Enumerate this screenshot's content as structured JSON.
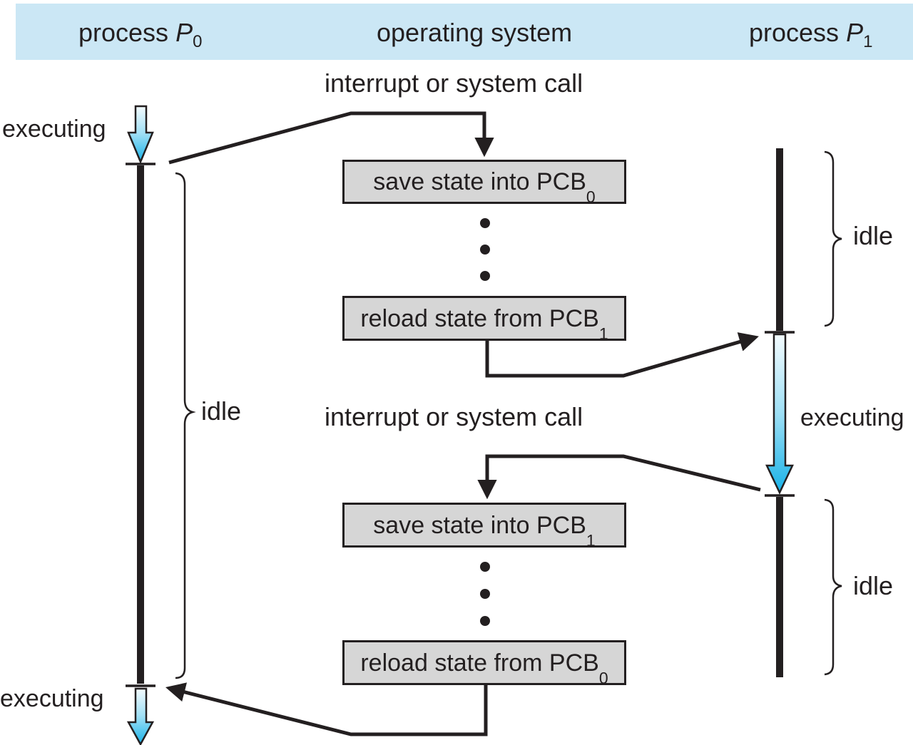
{
  "header": {
    "process_p0": {
      "prefix": "process ",
      "symbol": "P",
      "sub": "0"
    },
    "operating_system": "operating system",
    "process_p1": {
      "prefix": "process ",
      "symbol": "P",
      "sub": "1"
    }
  },
  "annotations": {
    "interrupt_top": "interrupt or system call",
    "interrupt_middle": "interrupt or system call",
    "executing_p0_top": "executing",
    "executing_p1": "executing",
    "executing_p0_bottom": "executing",
    "idle_p0": "idle",
    "idle_p1_top": "idle",
    "idle_p1_bottom": "idle"
  },
  "boxes": [
    {
      "text": "save state into PCB",
      "sub": "0"
    },
    {
      "text": "reload state from PCB",
      "sub": "1"
    },
    {
      "text": "save state into PCB",
      "sub": "1"
    },
    {
      "text": "reload state from PCB",
      "sub": "0"
    }
  ],
  "colors": {
    "header_bg": "#cbe7f5",
    "box_fill": "#d6d6d6",
    "ink": "#231f20",
    "grad_top": "#f4fbfe",
    "grad_mid": "#9edff5",
    "grad_bottom": "#18b2e8",
    "bg": "#ffffff"
  }
}
